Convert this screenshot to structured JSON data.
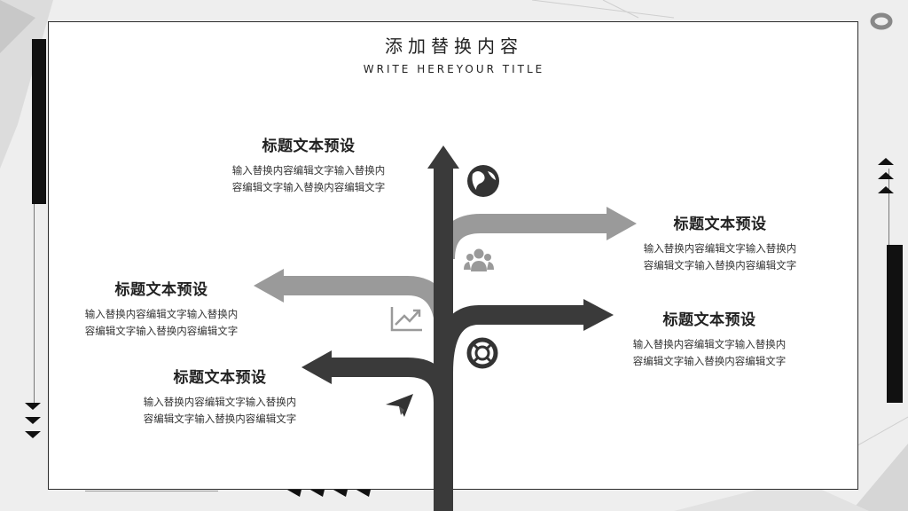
{
  "header": {
    "title": "添加替换内容",
    "subtitle": "WRITE HEREYOUR TITLE"
  },
  "blocks": [
    {
      "heading": "标题文本预设",
      "body_line1": "输入替换内容编辑文字输入替换内",
      "body_line2": "容编辑文字输入替换内容编辑文字"
    },
    {
      "heading": "标题文本预设",
      "body_line1": "输入替换内容编辑文字输入替换内",
      "body_line2": "容编辑文字输入替换内容编辑文字"
    },
    {
      "heading": "标题文本预设",
      "body_line1": "输入替换内容编辑文字输入替换内",
      "body_line2": "容编辑文字输入替换内容编辑文字"
    },
    {
      "heading": "标题文本预设",
      "body_line1": "输入替换内容编辑文字输入替换内",
      "body_line2": "容编辑文字输入替换内容编辑文字"
    },
    {
      "heading": "标题文本预设",
      "body_line1": "输入替换内容编辑文字输入替换内",
      "body_line2": "容编辑文字输入替换内容编辑文字"
    }
  ],
  "icons": [
    "globe-icon",
    "group-icon",
    "line-chart-icon",
    "lifebuoy-icon",
    "paper-plane-icon"
  ],
  "colors": {
    "dark": "#3a3a3a",
    "light": "#9a9a9a",
    "frame": "#2b2b2b"
  }
}
